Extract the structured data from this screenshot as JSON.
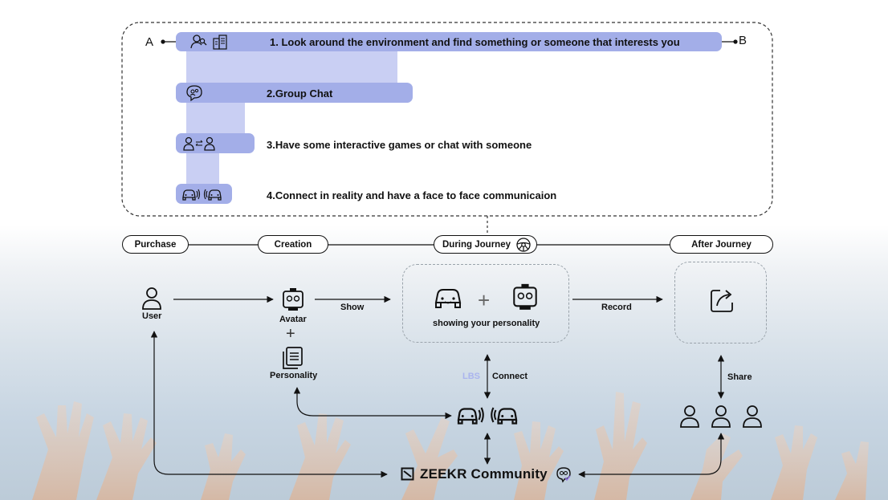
{
  "journey": {
    "start_label": "A",
    "end_label": "B",
    "steps": [
      {
        "label": "1. Look around the environment and find something or someone that interests you",
        "icons": [
          "people-search-icon",
          "buildings-icon"
        ]
      },
      {
        "label": "2.Group Chat",
        "icons": [
          "group-chat-icon"
        ]
      },
      {
        "label": "3.Have some interactive games or chat with someone",
        "icons": [
          "user-exchange-icon"
        ]
      },
      {
        "label": "4.Connect in reality and have a face to face communicaion",
        "icons": [
          "car-signal-icon",
          "car-signal-icon"
        ]
      }
    ]
  },
  "stages": {
    "purchase": "Purchase",
    "creation": "Creation",
    "during_journey": "During Journey",
    "after_journey": "After Journey"
  },
  "flow": {
    "user": "User",
    "avatar": "Avatar",
    "plus": "+",
    "personality": "Personality",
    "show": "Show",
    "showing_personality": "showing your personality",
    "record": "Record",
    "lbs": "LBS",
    "connect": "Connect",
    "share": "Share",
    "community": "ZEEKR Community"
  },
  "colors": {
    "bar": "#a3aee8",
    "bar_light": "#c9cff3",
    "lbs": "#aab4ee",
    "line": "#111111"
  }
}
